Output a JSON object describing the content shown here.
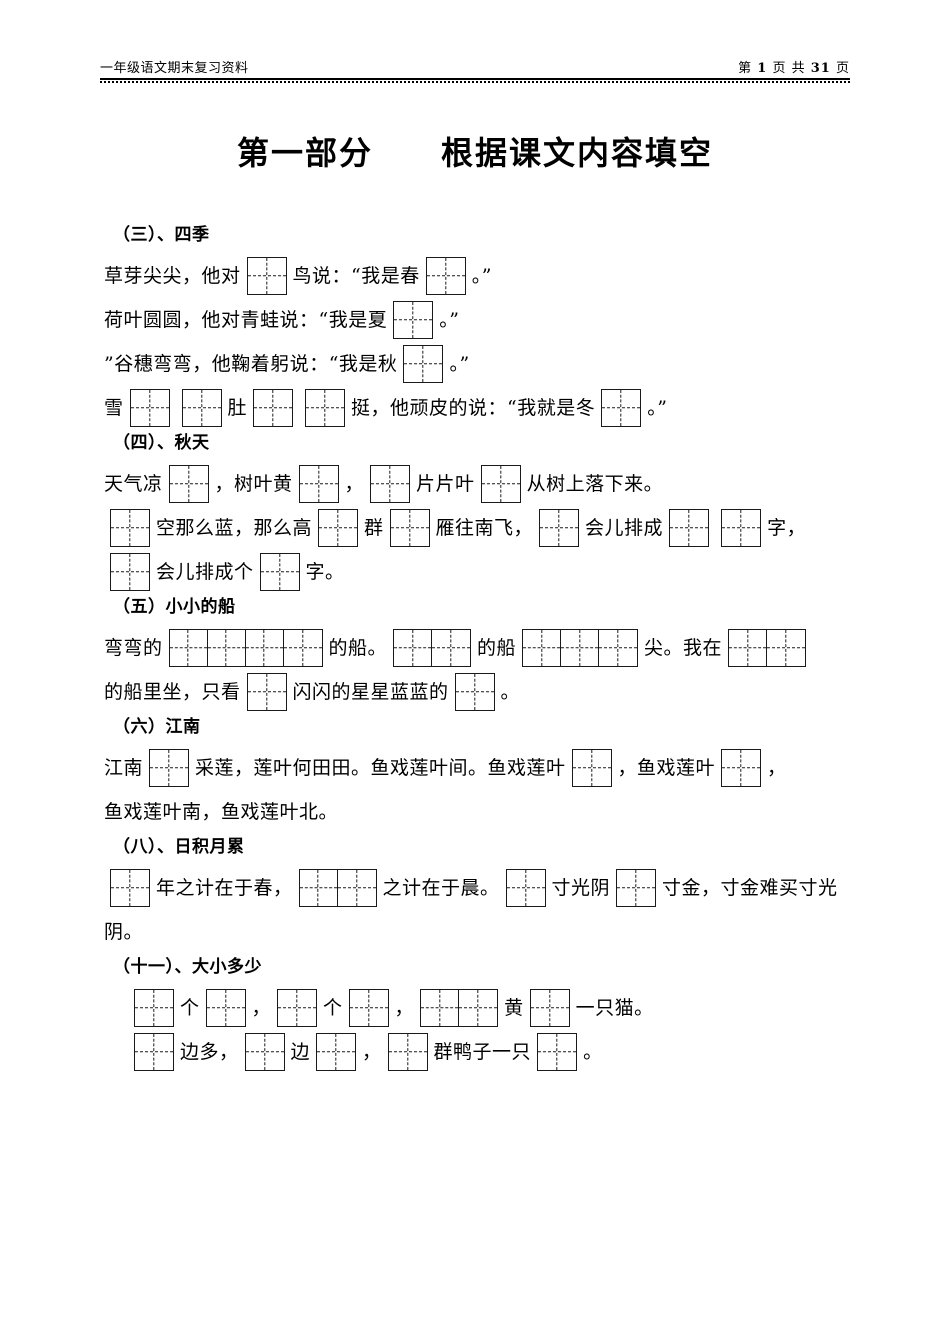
{
  "header": {
    "left_text": "一年级语文期末复习资料",
    "page_prefix": "第",
    "page_number": "1",
    "page_mid": "页 共",
    "total_pages": "31",
    "page_suffix": "页"
  },
  "title": "第一部分　　根据课文内容填空",
  "sections": [
    {
      "id": "si-ji",
      "heading": "（三）、四季",
      "lines": [
        {
          "id": "siji-l1",
          "parts": [
            {
              "type": "text",
              "value": "草芽尖尖，他对"
            },
            {
              "type": "box",
              "cells": 1
            },
            {
              "type": "text",
              "value": "鸟说：“我是春"
            },
            {
              "type": "box",
              "cells": 1
            },
            {
              "type": "text",
              "value": "。”"
            }
          ]
        },
        {
          "id": "siji-l2",
          "parts": [
            {
              "type": "text",
              "value": "荷叶圆圆，他对青蛙说：“我是夏"
            },
            {
              "type": "box",
              "cells": 1
            },
            {
              "type": "text",
              "value": "。”"
            }
          ]
        },
        {
          "id": "siji-l3",
          "parts": [
            {
              "type": "text",
              "value": "”谷穗弯弯，他鞠着躬说：“我是秋"
            },
            {
              "type": "box",
              "cells": 1
            },
            {
              "type": "text",
              "value": "。”"
            }
          ]
        },
        {
          "id": "siji-l4",
          "parts": [
            {
              "type": "text",
              "value": "雪"
            },
            {
              "type": "box",
              "cells": 1
            },
            {
              "type": "box",
              "cells": 1
            },
            {
              "type": "text",
              "value": "肚"
            },
            {
              "type": "box",
              "cells": 1
            },
            {
              "type": "box",
              "cells": 1
            },
            {
              "type": "text",
              "value": "挺，他顽皮的说：“我就是冬"
            },
            {
              "type": "box",
              "cells": 1
            },
            {
              "type": "text",
              "value": "。”"
            }
          ]
        }
      ]
    },
    {
      "id": "qiu-tian",
      "heading": "（四）、秋天",
      "lines": [
        {
          "id": "qiutian-l1",
          "parts": [
            {
              "type": "text",
              "value": "天气凉"
            },
            {
              "type": "box",
              "cells": 1
            },
            {
              "type": "text",
              "value": "，树叶黄"
            },
            {
              "type": "box",
              "cells": 1
            },
            {
              "type": "text",
              "value": "，"
            },
            {
              "type": "box",
              "cells": 1
            },
            {
              "type": "text",
              "value": "片片叶"
            },
            {
              "type": "box",
              "cells": 1
            },
            {
              "type": "text",
              "value": "从树上落下来。"
            }
          ]
        },
        {
          "id": "qiutian-l2",
          "parts": [
            {
              "type": "box",
              "cells": 1
            },
            {
              "type": "text",
              "value": "空那么蓝，那么高"
            },
            {
              "type": "box",
              "cells": 1
            },
            {
              "type": "text",
              "value": "群"
            },
            {
              "type": "box",
              "cells": 1
            },
            {
              "type": "text",
              "value": "雁往南飞，"
            },
            {
              "type": "box",
              "cells": 1
            },
            {
              "type": "text",
              "value": "会儿排成"
            },
            {
              "type": "box",
              "cells": 1
            },
            {
              "type": "box",
              "cells": 1
            },
            {
              "type": "text",
              "value": "字，"
            }
          ]
        },
        {
          "id": "qiutian-l3",
          "parts": [
            {
              "type": "box",
              "cells": 1
            },
            {
              "type": "text",
              "value": "会儿排成个"
            },
            {
              "type": "box",
              "cells": 1
            },
            {
              "type": "text",
              "value": "字。"
            }
          ]
        }
      ]
    },
    {
      "id": "xiao-xiao-de-chuan",
      "heading": "（五）小小的船",
      "lines": [
        {
          "id": "chuan-l1",
          "parts": [
            {
              "type": "text",
              "value": "弯弯的"
            },
            {
              "type": "box",
              "cells": 4
            },
            {
              "type": "text",
              "value": "的船。"
            },
            {
              "type": "box",
              "cells": 2
            },
            {
              "type": "text",
              "value": "的船"
            },
            {
              "type": "box",
              "cells": 3
            },
            {
              "type": "text",
              "value": "尖。我在"
            },
            {
              "type": "box",
              "cells": 2
            }
          ]
        },
        {
          "id": "chuan-l2",
          "parts": [
            {
              "type": "text",
              "value": "的船里坐，只看"
            },
            {
              "type": "box",
              "cells": 1
            },
            {
              "type": "text",
              "value": "闪闪的星星蓝蓝的"
            },
            {
              "type": "box",
              "cells": 1
            },
            {
              "type": "text",
              "value": "。"
            }
          ]
        }
      ]
    },
    {
      "id": "jiang-nan",
      "heading": "（六）江南",
      "lines": [
        {
          "id": "jiangnan-l1",
          "parts": [
            {
              "type": "text",
              "value": "江南"
            },
            {
              "type": "box",
              "cells": 1
            },
            {
              "type": "text",
              "value": "采莲，莲叶何田田。鱼戏莲叶间。鱼戏莲叶"
            },
            {
              "type": "box",
              "cells": 1
            },
            {
              "type": "text",
              "value": "，鱼戏莲叶"
            },
            {
              "type": "box",
              "cells": 1
            },
            {
              "type": "text",
              "value": "，"
            }
          ]
        },
        {
          "id": "jiangnan-l2",
          "parts": [
            {
              "type": "text",
              "value": "鱼戏莲叶南，鱼戏莲叶北。"
            }
          ]
        }
      ]
    },
    {
      "id": "ri-ji-yue-lei",
      "heading": "（八）、日积月累",
      "lines": [
        {
          "id": "rijiyuelei-l1",
          "parts": [
            {
              "type": "box",
              "cells": 1
            },
            {
              "type": "text",
              "value": "年之计在于春，"
            },
            {
              "type": "box",
              "cells": 2
            },
            {
              "type": "text",
              "value": "之计在于晨。"
            },
            {
              "type": "box",
              "cells": 1
            },
            {
              "type": "text",
              "value": "寸光阴"
            },
            {
              "type": "box",
              "cells": 1
            },
            {
              "type": "text",
              "value": "寸金，寸金难买寸光"
            }
          ]
        },
        {
          "id": "rijiyuelei-l2",
          "parts": [
            {
              "type": "text",
              "value": "阴。"
            }
          ]
        }
      ]
    },
    {
      "id": "da-xiao-duo-shao",
      "heading": "（十一）、大小多少",
      "lines": [
        {
          "id": "daxiao-l1",
          "indent": true,
          "parts": [
            {
              "type": "box",
              "cells": 1
            },
            {
              "type": "text",
              "value": "个"
            },
            {
              "type": "box",
              "cells": 1
            },
            {
              "type": "text",
              "value": "，"
            },
            {
              "type": "box",
              "cells": 1
            },
            {
              "type": "text",
              "value": "个"
            },
            {
              "type": "box",
              "cells": 1
            },
            {
              "type": "text",
              "value": "，"
            },
            {
              "type": "box",
              "cells": 2
            },
            {
              "type": "text",
              "value": "黄"
            },
            {
              "type": "box",
              "cells": 1
            },
            {
              "type": "text",
              "value": "一只猫。"
            }
          ]
        },
        {
          "id": "daxiao-l2",
          "indent": true,
          "parts": [
            {
              "type": "box",
              "cells": 1
            },
            {
              "type": "text",
              "value": "边多，"
            },
            {
              "type": "box",
              "cells": 1
            },
            {
              "type": "text",
              "value": "边"
            },
            {
              "type": "box",
              "cells": 1
            },
            {
              "type": "text",
              "value": "，"
            },
            {
              "type": "box",
              "cells": 1
            },
            {
              "type": "text",
              "value": "群鸭子一只"
            },
            {
              "type": "box",
              "cells": 1
            },
            {
              "type": "text",
              "value": "。"
            }
          ]
        }
      ]
    }
  ]
}
